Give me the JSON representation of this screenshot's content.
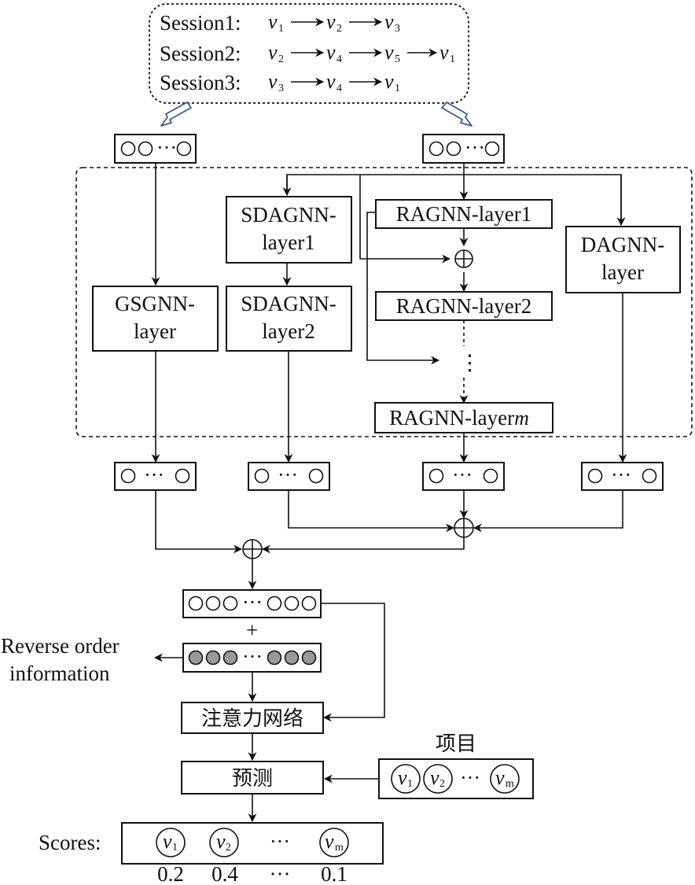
{
  "sessions": [
    {
      "label": "Session1:",
      "items": [
        {
          "v": "v",
          "s": "1"
        },
        {
          "v": "v",
          "s": "2"
        },
        {
          "v": "v",
          "s": "3"
        }
      ]
    },
    {
      "label": "Session2:",
      "items": [
        {
          "v": "v",
          "s": "2"
        },
        {
          "v": "v",
          "s": "4"
        },
        {
          "v": "v",
          "s": "5"
        },
        {
          "v": "v",
          "s": "1"
        }
      ]
    },
    {
      "label": "Session3:",
      "items": [
        {
          "v": "v",
          "s": "3"
        },
        {
          "v": "v",
          "s": "4"
        },
        {
          "v": "v",
          "s": "1"
        }
      ]
    }
  ],
  "embed_dots": "···",
  "layers": {
    "gsgnn": [
      "GSGNN-",
      "layer"
    ],
    "sdagnn1": [
      "SDAGNN-",
      "layer1"
    ],
    "sdagnn2": [
      "SDAGNN-",
      "layer2"
    ],
    "ragnn1": "RAGNN-layer1",
    "ragnn2": "RAGNN-layer2",
    "ragnnm_prefix": "RAGNN-layer",
    "ragnnm_var": "m",
    "vdots": "⋮",
    "dagnn": [
      "DAGNN-",
      "layer"
    ]
  },
  "combine": {
    "plus": "+",
    "reverse_order": [
      "Reverse order",
      "information"
    ],
    "attention": "注意力网络",
    "predict": "预测",
    "items_title": "项目",
    "items": [
      {
        "v": "v",
        "s": "1"
      },
      {
        "v": "v",
        "s": "2"
      },
      {
        "v": "v",
        "s": "m"
      }
    ],
    "items_dots": "···"
  },
  "scores": {
    "label": "Scores:",
    "items": [
      {
        "v": "v",
        "s": "1"
      },
      {
        "v": "v",
        "s": "2"
      },
      {
        "v": "v",
        "s": "m"
      }
    ],
    "dots": "···",
    "values": [
      "0.2",
      "0.4",
      "···",
      "0.1"
    ]
  }
}
